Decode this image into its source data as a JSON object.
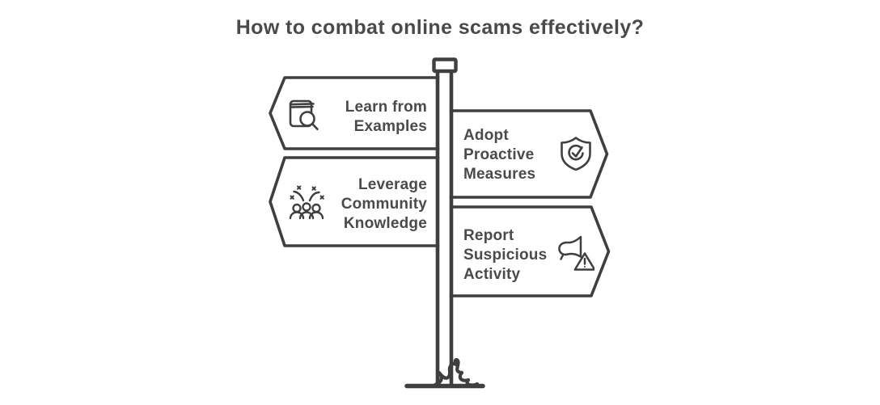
{
  "title": "How to combat online scams effectively?",
  "colors": {
    "outline": "#3f3f3f",
    "text": "#4a4a4a",
    "background": "#ffffff"
  },
  "signpost": {
    "pole": "signpost-pole",
    "ground": "ground-line",
    "signs": [
      {
        "id": "learn-from-examples",
        "direction": "left",
        "icon": "book-magnifier-icon",
        "lines": [
          "Learn from",
          "Examples"
        ]
      },
      {
        "id": "adopt-proactive-measures",
        "direction": "right",
        "icon": "shield-check-icon",
        "lines": [
          "Adopt",
          "Proactive",
          "Measures"
        ]
      },
      {
        "id": "leverage-community-knowledge",
        "direction": "left",
        "icon": "community-celebration-icon",
        "lines": [
          "Leverage",
          "Community",
          "Knowledge"
        ]
      },
      {
        "id": "report-suspicious-activity",
        "direction": "right",
        "icon": "megaphone-alert-icon",
        "lines": [
          "Report",
          "Suspicious",
          "Activity"
        ]
      }
    ]
  }
}
